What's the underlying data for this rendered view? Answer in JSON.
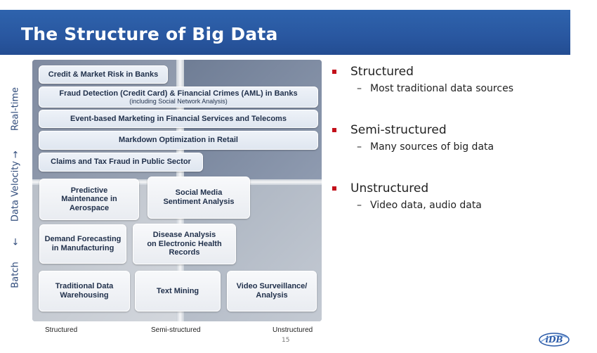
{
  "title": "The Structure of Big Data",
  "y_axis": {
    "top_label": "Real-time",
    "middle_label": "Data Velocity",
    "bottom_label": "Batch",
    "arrow_up": "↑",
    "arrow_down": "↓"
  },
  "x_axis": {
    "left": "Structured",
    "middle": "Semi-structured",
    "right": "Unstructured"
  },
  "boxes": {
    "credit": "Credit & Market Risk in Banks",
    "fraud": "Fraud Detection (Credit Card) & Financial Crimes (AML) in Banks",
    "fraud_sub": "(including Social Network Analysis)",
    "event": "Event-based Marketing in Financial Services and Telecoms",
    "markdown": "Markdown Optimization in Retail",
    "claims": "Claims and Tax Fraud in Public Sector",
    "predictive": [
      "Predictive",
      "Maintenance in",
      "Aerospace"
    ],
    "social": [
      "Social Media",
      "Sentiment Analysis"
    ],
    "demand": [
      "Demand Forecasting",
      "in Manufacturing"
    ],
    "disease": [
      "Disease Analysis",
      "on Electronic Health",
      "Records"
    ],
    "traditional": [
      "Traditional Data",
      "Warehousing"
    ],
    "textmining": "Text Mining",
    "video": [
      "Video Surveillance/",
      "Analysis"
    ]
  },
  "bullets": [
    {
      "head": "Structured",
      "dash": "–",
      "sub": "Most traditional data sources"
    },
    {
      "head": "Semi-structured",
      "dash": "–",
      "sub": "Many sources of big data"
    },
    {
      "head": "Unstructured",
      "dash": "–",
      "sub": "Video data, audio data"
    }
  ],
  "page_number": "15",
  "logo_text": "iDB",
  "colors": {
    "title_bar": "#2957a0",
    "bullet_marker": "#c3101a",
    "box_text": "#1f2f4a",
    "axis_text": "#2e4a7a"
  }
}
